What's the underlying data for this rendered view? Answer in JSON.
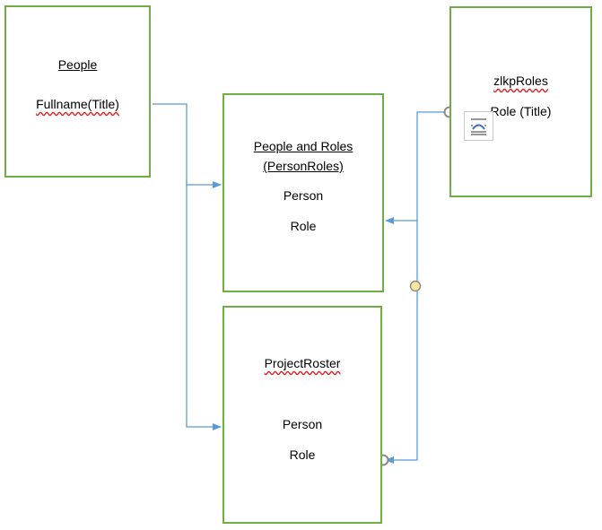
{
  "boxes": {
    "people": {
      "title": "People",
      "field": "Fullname(Title)"
    },
    "zlkp_roles": {
      "title": "zlkpRoles",
      "field": "Role (Title)"
    },
    "person_roles": {
      "title_line1": "People and Roles",
      "title_line2": "(PersonRoles)",
      "field1": "Person",
      "field2": "Role"
    },
    "project_roster": {
      "title": "ProjectRoster",
      "field1": "Person",
      "field2": "Role"
    }
  },
  "colors": {
    "box_border": "#70ad47",
    "connector": "#5b9bd5",
    "handle_fill": "#ffe699",
    "spell_underline": "#d22"
  },
  "icons": {
    "layout_options": "layout-options-icon"
  }
}
